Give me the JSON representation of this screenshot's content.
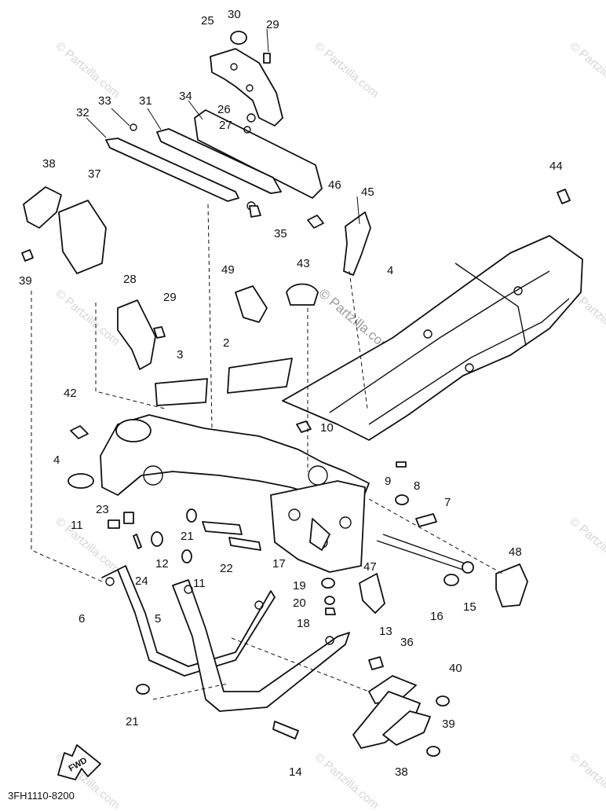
{
  "watermark": "© Partzilla.com",
  "diagram_code": "3FH1110-8200",
  "fwd_label": "FWD",
  "callouts": {
    "c25": "25",
    "c30": "30",
    "c29a": "29",
    "c34": "34",
    "c33": "33",
    "c31": "31",
    "c32": "32",
    "c26": "26",
    "c27": "27",
    "c38a": "38",
    "c37": "37",
    "c46": "46",
    "c45": "45",
    "c44": "44",
    "c35": "35",
    "c39a": "39",
    "c43": "43",
    "c49": "49",
    "c28": "28",
    "c29b": "29",
    "c4a": "4",
    "c2": "2",
    "c3": "3",
    "c42": "42",
    "c10": "10",
    "c4b": "4",
    "c9": "9",
    "c8": "8",
    "c7": "7",
    "c23": "23",
    "c11a": "11",
    "c21a": "21",
    "c12": "12",
    "c22": "22",
    "c17": "17",
    "c24": "24",
    "c11b": "11",
    "c47": "47",
    "c48": "48",
    "c19": "19",
    "c20": "20",
    "c16": "16",
    "c15": "15",
    "c5": "5",
    "c6": "6",
    "c18": "18",
    "c13": "13",
    "c36": "36",
    "c40": "40",
    "c21b": "21",
    "c39b": "39",
    "c14": "14",
    "c38b": "38"
  }
}
